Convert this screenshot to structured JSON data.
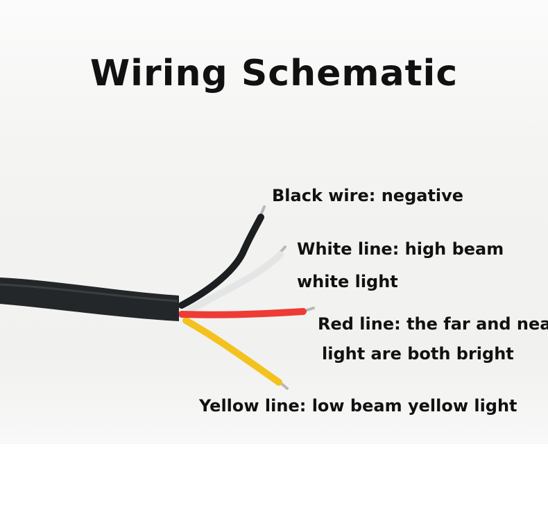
{
  "title": "Wiring Schematic",
  "labels": {
    "black": "Black wire: negative",
    "white_1": "White line: high beam",
    "white_2": "white light",
    "red_1": "Red line: the far and near",
    "red_2": "light are both bright",
    "yellow": "Yellow line: low beam yellow light"
  },
  "colors": {
    "black": "#1c1f22",
    "white": "#e6e8e8",
    "red": "#ee3b35",
    "yellow": "#f4c21f",
    "cable": "#24272a"
  }
}
